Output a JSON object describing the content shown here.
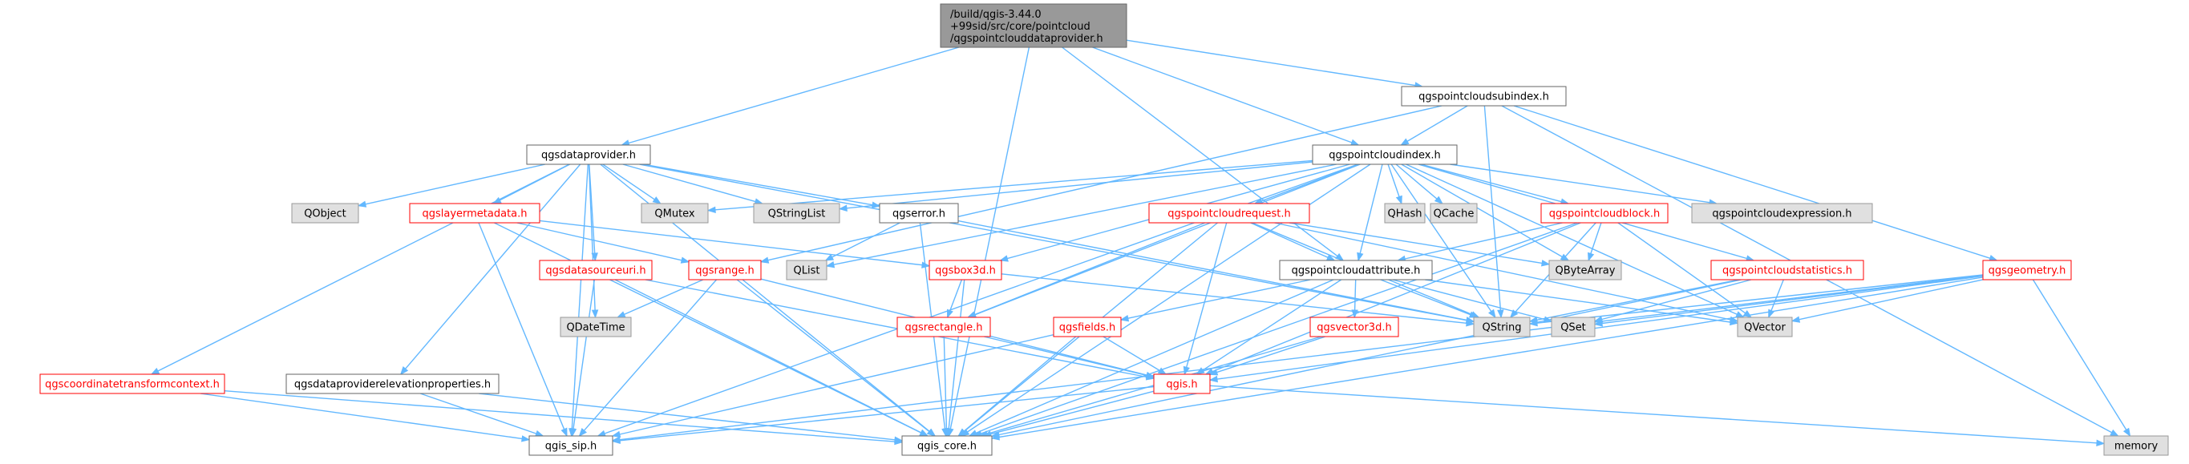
{
  "diagram": {
    "root": {
      "lines": [
        "/build/qgis-3.44.0",
        "+99sid/src/core/pointcloud",
        "/qgspointclouddataprovider.h"
      ],
      "style": "root"
    },
    "nodes": [
      {
        "id": "qgspointcloudsubindex",
        "label": "qgspointcloudsubindex.h",
        "style": "white"
      },
      {
        "id": "qgsdataprovider",
        "label": "qgsdataprovider.h",
        "style": "white"
      },
      {
        "id": "qgspointcloudindex",
        "label": "qgspointcloudindex.h",
        "style": "white"
      },
      {
        "id": "qobject",
        "label": "QObject",
        "style": "gray"
      },
      {
        "id": "qgslayermetadata",
        "label": "qgslayermetadata.h",
        "style": "red"
      },
      {
        "id": "qmutex",
        "label": "QMutex",
        "style": "gray"
      },
      {
        "id": "qstringlist",
        "label": "QStringList",
        "style": "gray"
      },
      {
        "id": "qgserror",
        "label": "qgserror.h",
        "style": "white"
      },
      {
        "id": "qgspointcloudrequest",
        "label": "qgspointcloudrequest.h",
        "style": "red"
      },
      {
        "id": "qhash",
        "label": "QHash",
        "style": "gray"
      },
      {
        "id": "qcache",
        "label": "QCache",
        "style": "gray"
      },
      {
        "id": "qgspointcloudblock",
        "label": "qgspointcloudblock.h",
        "style": "red"
      },
      {
        "id": "qgspointcloudexpression",
        "label": "qgspointcloudexpression.h",
        "style": "gray"
      },
      {
        "id": "qbytearray",
        "label": "QByteArray",
        "style": "gray"
      },
      {
        "id": "qgsdatasourceuri",
        "label": "qgsdatasourceuri.h",
        "style": "red"
      },
      {
        "id": "qgsrange",
        "label": "qgsrange.h",
        "style": "red"
      },
      {
        "id": "qlist",
        "label": "QList",
        "style": "gray"
      },
      {
        "id": "qgsbox3d",
        "label": "qgsbox3d.h",
        "style": "red"
      },
      {
        "id": "qgspointcloudattribute",
        "label": "qgspointcloudattribute.h",
        "style": "white"
      },
      {
        "id": "qgspointcloudstatistics",
        "label": "qgspointcloudstatistics.h",
        "style": "red"
      },
      {
        "id": "qgsgeometry",
        "label": "qgsgeometry.h",
        "style": "red"
      },
      {
        "id": "qdatetime",
        "label": "QDateTime",
        "style": "gray"
      },
      {
        "id": "qgsrectangle",
        "label": "qgsrectangle.h",
        "style": "red"
      },
      {
        "id": "qgsfields",
        "label": "qgsfields.h",
        "style": "red"
      },
      {
        "id": "qgsvector3d",
        "label": "qgsvector3d.h",
        "style": "red"
      },
      {
        "id": "qstring",
        "label": "QString",
        "style": "gray"
      },
      {
        "id": "qset",
        "label": "QSet",
        "style": "gray"
      },
      {
        "id": "qvector",
        "label": "QVector",
        "style": "gray"
      },
      {
        "id": "qgscoordinatetransformcontext",
        "label": "qgscoordinatetransformcontext.h",
        "style": "red"
      },
      {
        "id": "qgsdataproviderelevationproperties",
        "label": "qgsdataproviderelevationproperties.h",
        "style": "white"
      },
      {
        "id": "qgis",
        "label": "qgis.h",
        "style": "red"
      },
      {
        "id": "qgis_sip",
        "label": "qgis_sip.h",
        "style": "white"
      },
      {
        "id": "qgis_core",
        "label": "qgis_core.h",
        "style": "white"
      },
      {
        "id": "memory",
        "label": "memory",
        "style": "gray"
      }
    ],
    "edges": [
      [
        "root",
        "qgspointcloudsubindex"
      ],
      [
        "root",
        "qgsdataprovider"
      ],
      [
        "root",
        "qgspointcloudindex"
      ],
      [
        "root",
        "qgspointcloudattribute"
      ],
      [
        "root",
        "qgis_core"
      ],
      [
        "qgspointcloudsubindex",
        "qgspointcloudindex"
      ],
      [
        "qgspointcloudsubindex",
        "qgsrange"
      ],
      [
        "qgspointcloudsubindex",
        "qgsgeometry"
      ],
      [
        "qgspointcloudsubindex",
        "memory"
      ],
      [
        "qgspointcloudsubindex",
        "qstring"
      ],
      [
        "qgsdataprovider",
        "qobject"
      ],
      [
        "qgsdataprovider",
        "qgslayermetadata"
      ],
      [
        "qgsdataprovider",
        "qmutex"
      ],
      [
        "qgsdataprovider",
        "qstringlist"
      ],
      [
        "qgsdataprovider",
        "qgserror"
      ],
      [
        "qgsdataprovider",
        "qgsdatasourceuri"
      ],
      [
        "qgsdataprovider",
        "qdatetime"
      ],
      [
        "qgsdataprovider",
        "qgscoordinatetransformcontext"
      ],
      [
        "qgsdataprovider",
        "qgsdataproviderelevationproperties"
      ],
      [
        "qgsdataprovider",
        "qgis_core"
      ],
      [
        "qgsdataprovider",
        "qgis_sip"
      ],
      [
        "qgsdataprovider",
        "qstring"
      ],
      [
        "qgspointcloudindex",
        "qgis_sip"
      ],
      [
        "qgspointcloudindex",
        "qmutex"
      ],
      [
        "qgspointcloudindex",
        "qstringlist"
      ],
      [
        "qgspointcloudindex",
        "qlist"
      ],
      [
        "qgspointcloudindex",
        "qgspointcloudrequest"
      ],
      [
        "qgspointcloudindex",
        "qhash"
      ],
      [
        "qgspointcloudindex",
        "qcache"
      ],
      [
        "qgspointcloudindex",
        "qgspointcloudblock"
      ],
      [
        "qgspointcloudindex",
        "qgspointcloudexpression"
      ],
      [
        "qgspointcloudindex",
        "qbytearray"
      ],
      [
        "qgspointcloudindex",
        "qgsbox3d"
      ],
      [
        "qgspointcloudindex",
        "qgsrectangle"
      ],
      [
        "qgspointcloudindex",
        "qgspointcloudattribute"
      ],
      [
        "qgspointcloudindex",
        "qgspointcloudstatistics"
      ],
      [
        "qgspointcloudindex",
        "qstring"
      ],
      [
        "qgspointcloudindex",
        "qvector"
      ],
      [
        "qgspointcloudindex",
        "qgis_core"
      ],
      [
        "qgslayermetadata",
        "qgsrange"
      ],
      [
        "qgslayermetadata",
        "qgsbox3d"
      ],
      [
        "qgslayermetadata",
        "qgis_sip"
      ],
      [
        "qgslayermetadata",
        "qgis_core"
      ],
      [
        "qgserror",
        "qlist"
      ],
      [
        "qgserror",
        "qstring"
      ],
      [
        "qgserror",
        "qgis_core"
      ],
      [
        "qgspointcloudrequest",
        "qgspointcloudattribute"
      ],
      [
        "qgspointcloudrequest",
        "qgsrectangle"
      ],
      [
        "qgspointcloudrequest",
        "qgis"
      ],
      [
        "qgspointcloudrequest",
        "qgis_core"
      ],
      [
        "qgspointcloudrequest",
        "qstring"
      ],
      [
        "qgspointcloudrequest",
        "qbytearray"
      ],
      [
        "qgspointcloudrequest",
        "qvector"
      ],
      [
        "qgspointcloudblock",
        "qgspointcloudattribute"
      ],
      [
        "qgspointcloudblock",
        "qbytearray"
      ],
      [
        "qgspointcloudblock",
        "qgis"
      ],
      [
        "qgspointcloudblock",
        "qgis_core"
      ],
      [
        "qgspointcloudblock",
        "qstring"
      ],
      [
        "qgspointcloudblock",
        "qvector"
      ],
      [
        "qgsdatasourceuri",
        "qgis_core"
      ],
      [
        "qgsdatasourceuri",
        "qgis"
      ],
      [
        "qgsdatasourceuri",
        "qgis_sip"
      ],
      [
        "qgsrange",
        "qgis_core"
      ],
      [
        "qgsrange",
        "qgis"
      ],
      [
        "qgsrange",
        "qdatetime"
      ],
      [
        "qgsrange",
        "qgis_sip"
      ],
      [
        "qgsbox3d",
        "qgsrectangle"
      ],
      [
        "qgsbox3d",
        "qgis_core"
      ],
      [
        "qgsbox3d",
        "qstring"
      ],
      [
        "qgspointcloudattribute",
        "qgsfields"
      ],
      [
        "qgspointcloudattribute",
        "qgsvector3d"
      ],
      [
        "qgspointcloudattribute",
        "qgis"
      ],
      [
        "qgspointcloudattribute",
        "qstring"
      ],
      [
        "qgspointcloudattribute",
        "qset"
      ],
      [
        "qgspointcloudattribute",
        "qvector"
      ],
      [
        "qgspointcloudattribute",
        "qgis_core"
      ],
      [
        "qgspointcloudstatistics",
        "qgis_core"
      ],
      [
        "qgspointcloudstatistics",
        "qstring"
      ],
      [
        "qgspointcloudstatistics",
        "qset"
      ],
      [
        "qgspointcloudstatistics",
        "qvector"
      ],
      [
        "qgsgeometry",
        "qgis_core"
      ],
      [
        "qgsgeometry",
        "qgis"
      ],
      [
        "qgsgeometry",
        "qstring"
      ],
      [
        "qgsgeometry",
        "qset"
      ],
      [
        "qgsgeometry",
        "qvector"
      ],
      [
        "qgsgeometry",
        "memory"
      ],
      [
        "qgsgeometry",
        "qgis_sip"
      ],
      [
        "qgsrectangle",
        "qgis"
      ],
      [
        "qgsrectangle",
        "qgis_core"
      ],
      [
        "qgsfields",
        "qgis"
      ],
      [
        "qgsfields",
        "qgis_core"
      ],
      [
        "qgsfields",
        "qgis_sip"
      ],
      [
        "qgsvector3d",
        "qgis"
      ],
      [
        "qgsvector3d",
        "qgis_core"
      ],
      [
        "qgscoordinatetransformcontext",
        "qgis_core"
      ],
      [
        "qgscoordinatetransformcontext",
        "qgis_sip"
      ],
      [
        "qgsdataproviderelevationproperties",
        "qgis_core"
      ],
      [
        "qgsdataproviderelevationproperties",
        "qgis_sip"
      ],
      [
        "qgis",
        "qgis_core"
      ],
      [
        "qgis",
        "qgis_sip"
      ],
      [
        "qgis",
        "memory"
      ]
    ]
  }
}
